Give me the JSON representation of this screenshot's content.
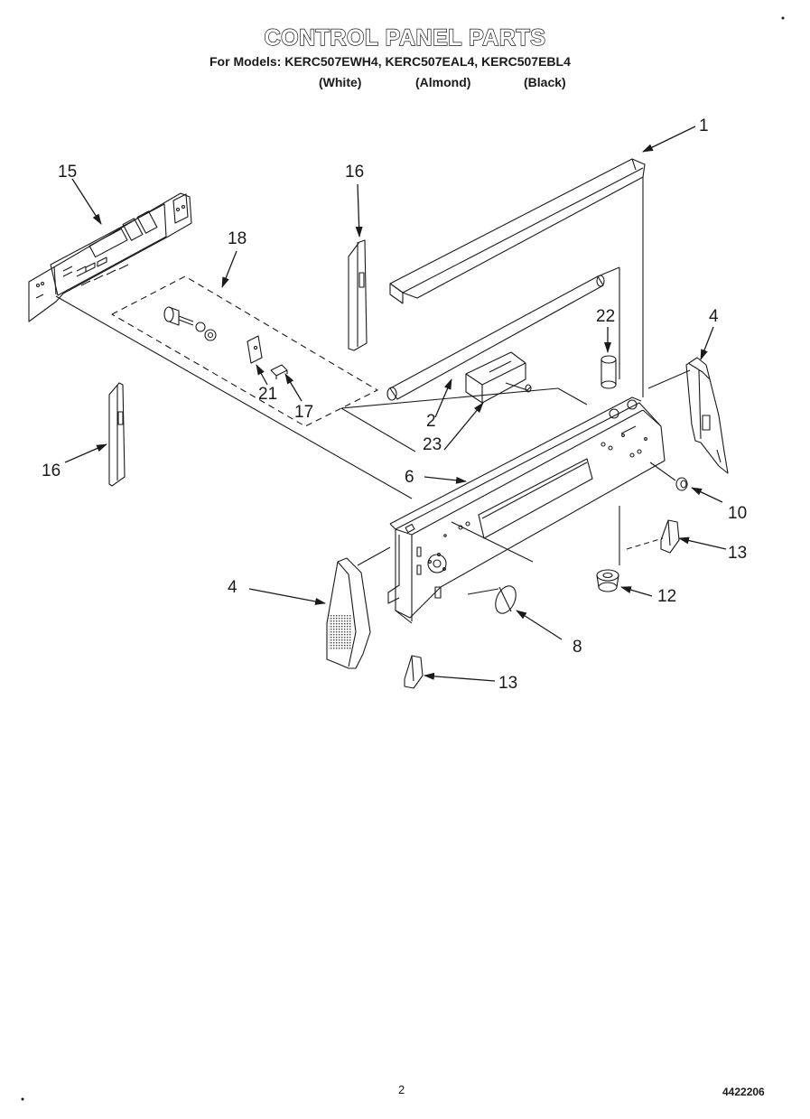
{
  "title": "CONTROL PANEL PARTS",
  "models_line": "For Models: KERC507EWH4, KERC507EAL4, KERC507EBL4",
  "colors": {
    "white": "(White)",
    "almond": "(Almond)",
    "black": "(Black)"
  },
  "callouts": {
    "c1": "1",
    "c2": "2",
    "c4a": "4",
    "c4b": "4",
    "c6": "6",
    "c8": "8",
    "c10": "10",
    "c12": "12",
    "c13a": "13",
    "c13b": "13",
    "c15": "15",
    "c16a": "16",
    "c16b": "16",
    "c17": "17",
    "c18": "18",
    "c21": "21",
    "c22": "22",
    "c23": "23"
  },
  "footer": {
    "page": "2",
    "doc_number": "4422206"
  }
}
